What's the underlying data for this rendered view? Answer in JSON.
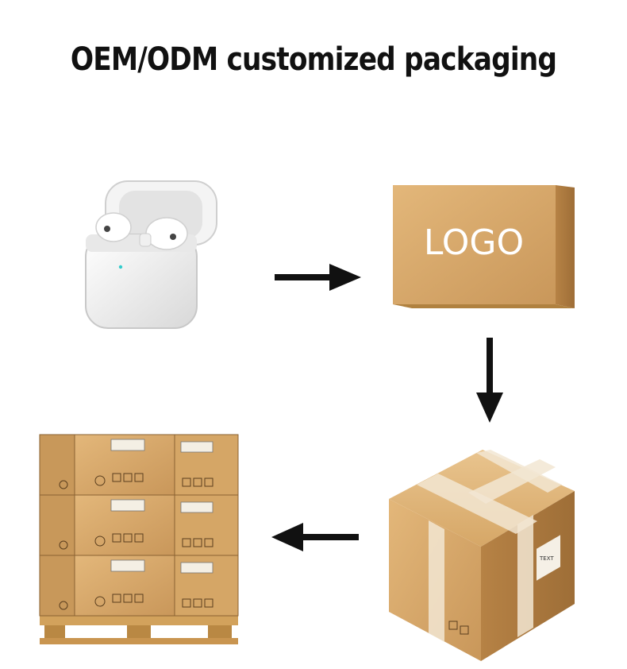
{
  "title": "OEM/ODM customized packaging",
  "steps": [
    {
      "name": "earbuds-case",
      "label": ""
    },
    {
      "name": "branded-box",
      "label": "LOGO"
    },
    {
      "name": "shipping-carton",
      "label": "TEXT"
    },
    {
      "name": "pallet",
      "label": ""
    }
  ],
  "colors": {
    "carton": "#D9A868",
    "carton_dark": "#B98A4E",
    "arrow": "#111111"
  },
  "icons": [
    "arrow-right-icon",
    "arrow-down-icon",
    "arrow-left-icon"
  ]
}
